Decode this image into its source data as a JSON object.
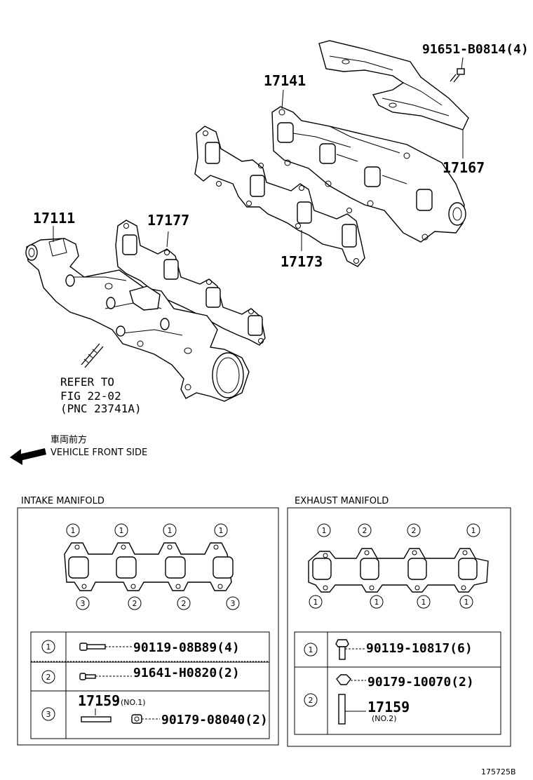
{
  "callouts": {
    "bolt_91651": "91651-B0814(4)",
    "p17141": "17141",
    "p17167": "17167",
    "p17111": "17111",
    "p17177": "17177",
    "p17173": "17173"
  },
  "refer": {
    "line1": "REFER TO",
    "line2": "FIG 22-02",
    "line3": "(PNC 23741A)"
  },
  "direction": {
    "jp": "車両前方",
    "en": "VEHICLE FRONT SIDE"
  },
  "intake": {
    "title": "INTAKE MANIFOLD",
    "top_markers": [
      "1",
      "1",
      "1",
      "1"
    ],
    "bottom_markers": [
      "3",
      "2",
      "2",
      "3"
    ],
    "rows": [
      {
        "key": "1",
        "part": "90119-08B89(4)"
      },
      {
        "key": "2",
        "part": "91641-H0820(2)"
      },
      {
        "key": "3",
        "part_a": "17159",
        "part_a_note": "(NO.1)",
        "part_b": "90179-08040(2)"
      }
    ]
  },
  "exhaust": {
    "title": "EXHAUST MANIFOLD",
    "top_markers": [
      "1",
      "2",
      "2",
      "1"
    ],
    "bottom_markers": [
      "1",
      "1",
      "1",
      "1"
    ],
    "rows": [
      {
        "key": "1",
        "part": "90119-10817(6)"
      },
      {
        "key": "2",
        "part_a": "90179-10070(2)",
        "part_b": "17159",
        "part_b_note": "(NO.2)"
      }
    ]
  },
  "figure_id": "175725B"
}
